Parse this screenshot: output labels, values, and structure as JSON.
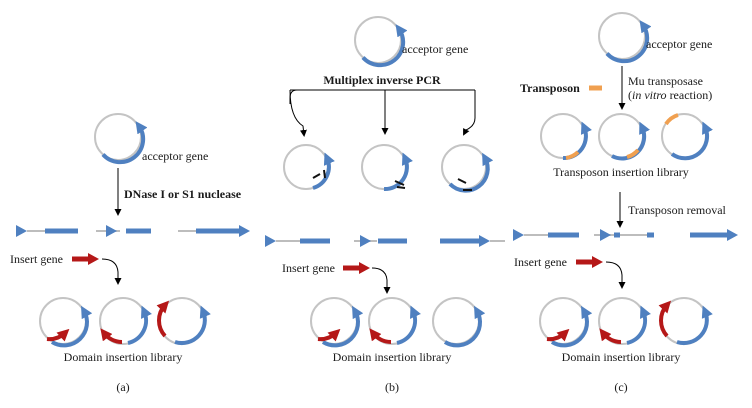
{
  "labels": {
    "acceptor_gene": "acceptor gene",
    "dnase": "DNase I or S1 nuclease",
    "insert_gene": "Insert gene",
    "domain_library": "Domain insertion library",
    "multiplex_pcr": "Multiplex inverse PCR",
    "transposon": "Transposon",
    "mu_line1": "Mu transposase",
    "mu_line2_paren_open": "(",
    "mu_line2_italic": "in vitro",
    "mu_line2_rest": " reaction)",
    "transposon_library": "Transposon insertion library",
    "transposon_removal": "Transposon removal"
  },
  "panels": {
    "a": "(a)",
    "b": "(b)",
    "c": "(c)"
  },
  "colors": {
    "gene_blue": "#4f80c0",
    "insert_red": "#b51818",
    "transposon_orange": "#f0a050",
    "backbone_gray": "#c4c4c4"
  }
}
